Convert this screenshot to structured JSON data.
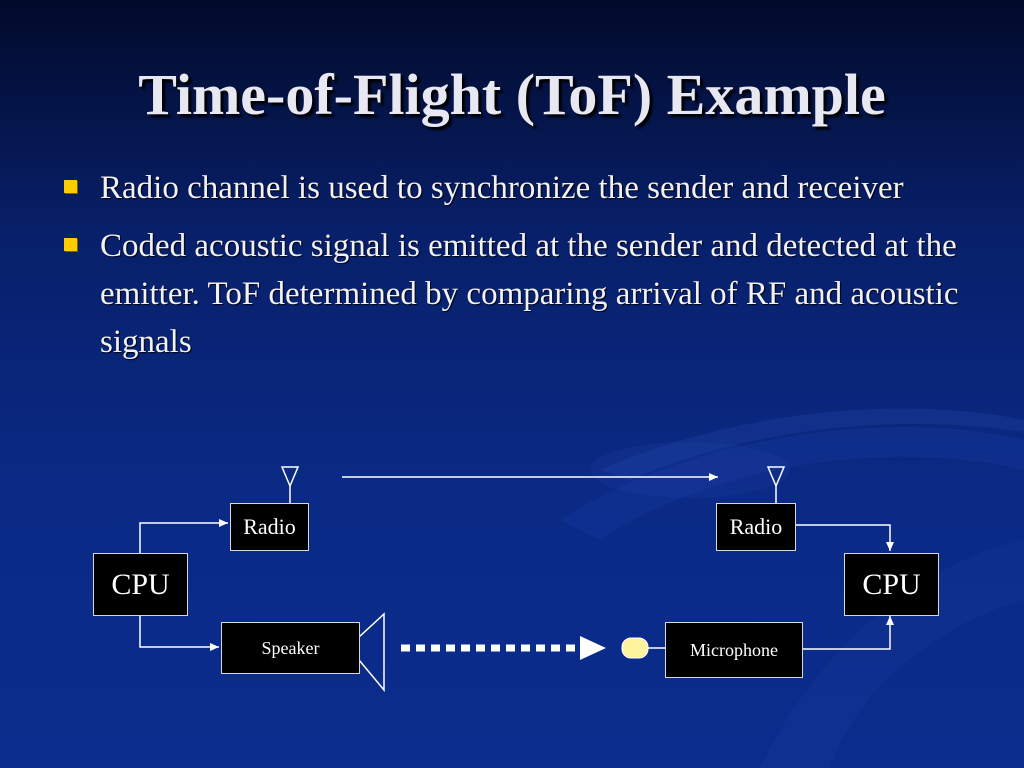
{
  "slide": {
    "title": "Time-of-Flight (ToF) Example",
    "bullets": [
      "Radio channel is used to synchronize the sender and receiver",
      "Coded acoustic signal is emitted at the sender and detected at the emitter.  ToF determined by comparing arrival of RF and acoustic signals"
    ],
    "bullet_color": "#ffcc00",
    "background_color": "#0a2a86"
  },
  "diagram": {
    "sender": {
      "cpu_label": "CPU",
      "radio_label": "Radio",
      "speaker_label": "Speaker"
    },
    "receiver": {
      "cpu_label": "CPU",
      "radio_label": "Radio",
      "microphone_label": "Microphone"
    },
    "icons": [
      "antenna-icon",
      "speaker-cone-icon",
      "microphone-icon"
    ]
  }
}
